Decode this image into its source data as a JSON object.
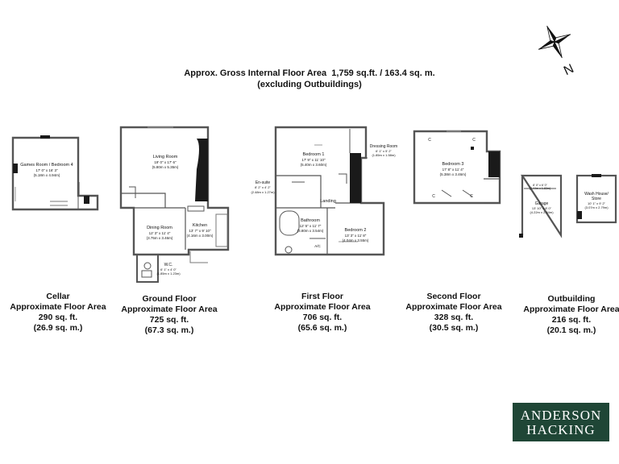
{
  "header": {
    "line1": "Approx. Gross Internal Floor Area  1,759 sq.ft. / 163.4 sq. m.",
    "line2": "(excluding Outbuildings)"
  },
  "compass": {
    "label": "N"
  },
  "floors": [
    {
      "name": "Cellar",
      "line1": "Approximate Floor Area",
      "sqft": "290 sq. ft.",
      "sqm": "(26.9 sq. m.)"
    },
    {
      "name": "Ground Floor",
      "line1": "Approximate Floor Area",
      "sqft": "725 sq. ft.",
      "sqm": "(67.3 sq. m.)"
    },
    {
      "name": "First Floor",
      "line1": "Approximate Floor Area",
      "sqft": "706 sq. ft.",
      "sqm": "(65.6 sq. m.)"
    },
    {
      "name": "Second Floor",
      "line1": "Approximate Floor Area",
      "sqft": "328 sq. ft.",
      "sqm": "(30.5 sq. m.)"
    },
    {
      "name": "Outbuilding",
      "line1": "Approximate Floor Area",
      "sqft": "216 sq. ft.",
      "sqm": "(20.1 sq. m.)"
    }
  ],
  "rooms": {
    "games_room": {
      "name": "Games Room / Bedroom 4",
      "dims": "17' 0\" x 16' 3\"",
      "metric": "(5.18m x 4.94m)"
    },
    "living_room": {
      "name": "Living Room",
      "dims": "19' 0\" x 17' 6\"",
      "metric": "(5.80m x 5.35m)"
    },
    "dining_room": {
      "name": "Dining Room",
      "dims": "12' 3\" x 11' 4\"",
      "metric": "(3.75m x 3.46m)"
    },
    "kitchen": {
      "name": "Kitchen",
      "dims": "13' 7\" x 9' 10\"",
      "metric": "(4.16m x 3.00m)"
    },
    "wc": {
      "name": "W.C.",
      "dims": "6' 1\" x 4' 0\"",
      "metric": "(1.85m x 1.23m)"
    },
    "bedroom1": {
      "name": "Bedroom 1",
      "dims": "17' 9\" x 11' 10\"",
      "metric": "(5.40m x 3.60m)"
    },
    "dressing_room": {
      "name": "Dressing Room",
      "dims": "6' 1\" x 5' 2\"",
      "metric": "(1.85m x 1.58m)"
    },
    "ensuite": {
      "name": "En-suite",
      "dims": "8' 2\" x 4' 2\"",
      "metric": "(2.48m x 1.27m)"
    },
    "landing": {
      "name": "Landing"
    },
    "bathroom": {
      "name": "Bathroom",
      "dims": "12' 5\" x 11' 7\"",
      "metric": "(3.80m x 3.54m)"
    },
    "bedroom2": {
      "name": "Bedroom 2",
      "dims": "13' 3\" x 11' 8\"",
      "metric": "(4.04m x 3.55m)"
    },
    "ac": {
      "name": "A/C"
    },
    "bedroom3": {
      "name": "Bedroom 3",
      "dims": "17' 8\" x 11' 4\"",
      "metric": "(5.38m x 3.46m)"
    },
    "garage": {
      "name": "Garage",
      "dims": "13' 10\" x 8' 0\"",
      "metric": "(4.22m x 2.44m)"
    },
    "garage_small": {
      "dims": "8' 0\" x 6' 0\"",
      "metric": "(2.44m x 1.83m)"
    },
    "washhouse": {
      "name": "Wash House/\nStore",
      "name1": "Wash House/",
      "name2": "Store",
      "dims": "10' 1\" x 9' 2\"",
      "metric": "(3.07m x 2.79m)"
    },
    "cupboard_marker": "C"
  },
  "logo": {
    "line1": "ANDERSON",
    "line2": "HACKING",
    "bg": "#1f4636"
  },
  "colors": {
    "wall": "#555555",
    "dark_fill": "#1a1a1a",
    "line": "#333333",
    "logo_bg": "#1f4636"
  }
}
